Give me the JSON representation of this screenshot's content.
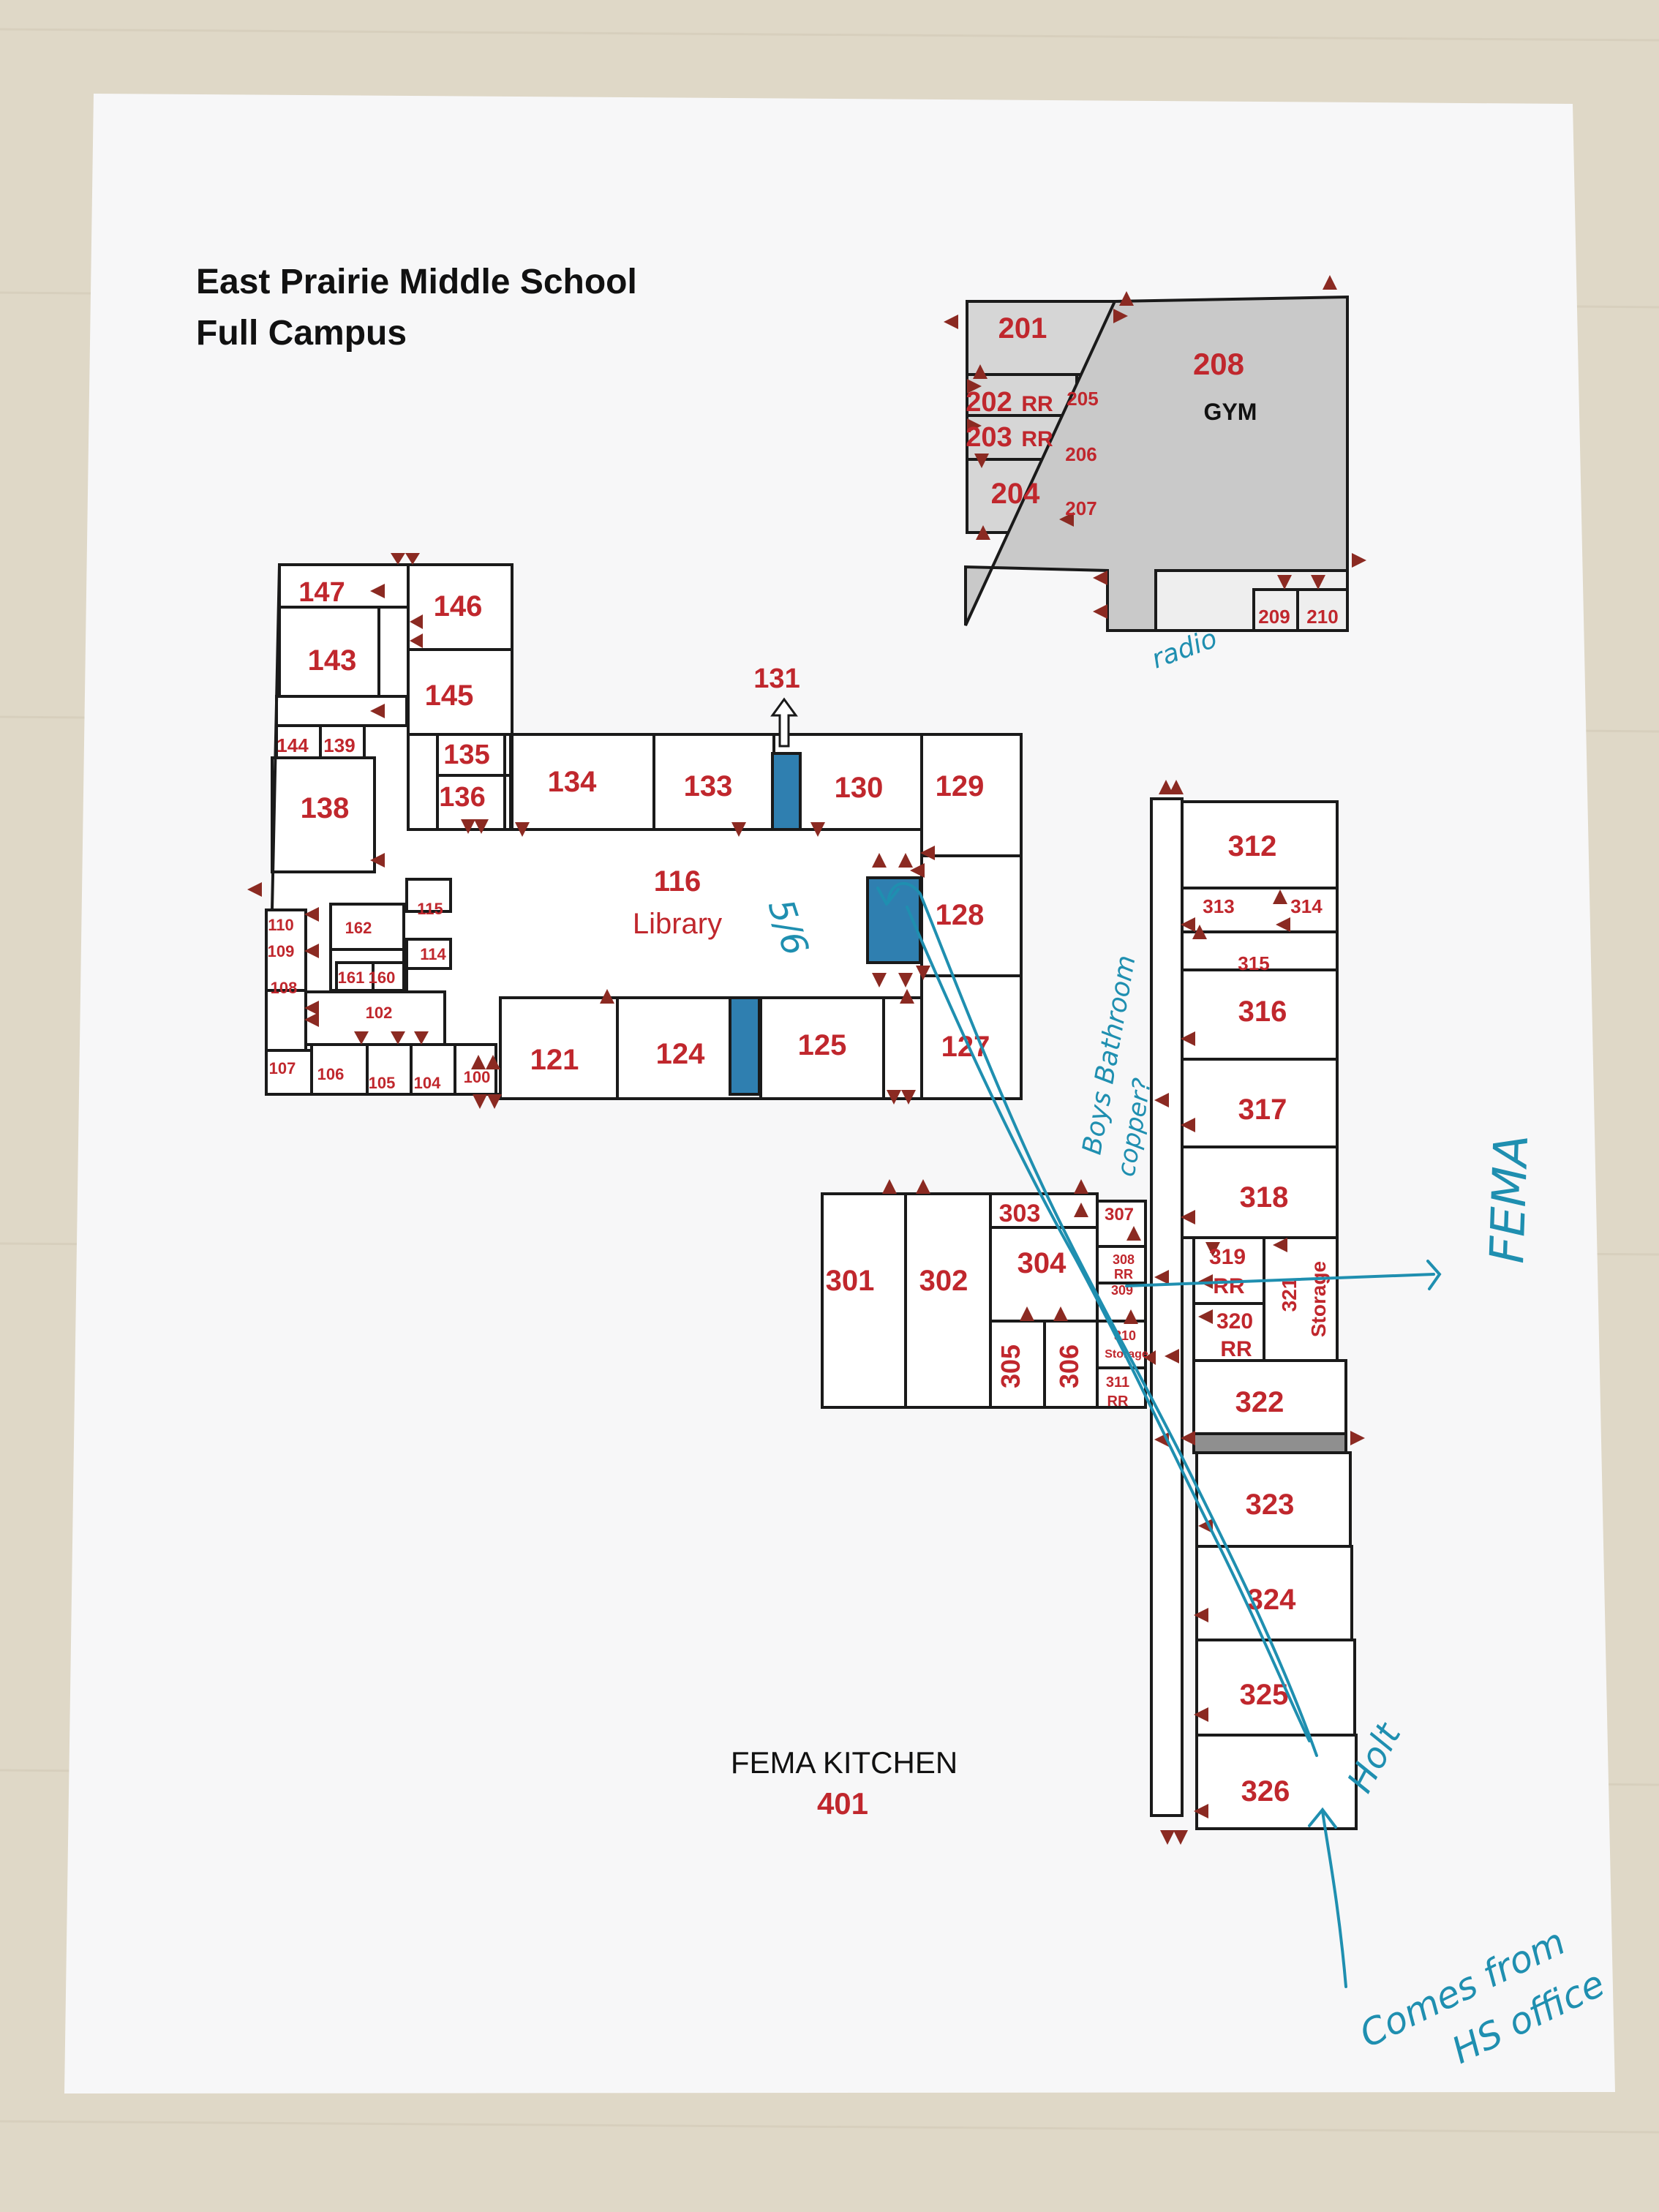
{
  "title": {
    "line1": "East Prairie Middle School",
    "line2": "Full Campus"
  },
  "colors": {
    "room_label": "#c0272d",
    "wall": "#1a1a1a",
    "shaded": "#c9c9c9",
    "stair": "#2f7fb0",
    "door_marker": "#8b2a22",
    "handwriting": "#1f8fb0"
  },
  "rooms": {
    "r201": "201",
    "r202": "202",
    "r202rr": "RR",
    "r203": "203",
    "r203rr": "RR",
    "r204": "204",
    "r205": "205",
    "r206": "206",
    "r207": "207",
    "r208": "208",
    "gym": "GYM",
    "r209": "209",
    "r210": "210",
    "r147": "147",
    "r146": "146",
    "r143": "143",
    "r145": "145",
    "r144": "144",
    "r139": "139",
    "r135": "135",
    "r136": "136",
    "r138": "138",
    "r134": "134",
    "r133": "133",
    "r131": "131",
    "r130": "130",
    "r129": "129",
    "r116": "116",
    "library": "Library",
    "r128": "128",
    "r127": "127",
    "r125": "125",
    "r124": "124",
    "r121": "121",
    "r110": "110",
    "r109": "109",
    "r108": "108",
    "r107": "107",
    "r106": "106",
    "r105": "105",
    "r104": "104",
    "r100": "100",
    "r102": "102",
    "r162": "162",
    "r115": "115",
    "r114": "114",
    "r161": "161",
    "r160": "160",
    "r312": "312",
    "r313": "313",
    "r314": "314",
    "r315": "315",
    "r316": "316",
    "r317": "317",
    "r318": "318",
    "r319": "319",
    "r319rr": "RR",
    "r320": "320",
    "r320rr": "RR",
    "r321": "321",
    "storage_321": "Storage",
    "r322": "322",
    "r323": "323",
    "r324": "324",
    "r325": "325",
    "r326": "326",
    "r301": "301",
    "r302": "302",
    "r303": "303",
    "r304": "304",
    "r305": "305",
    "r306": "306",
    "r307": "307",
    "r308": "308",
    "r308rr": "RR",
    "r309": "309",
    "r310": "310",
    "storage_310": "Storage",
    "r311": "311",
    "r311rr": "RR",
    "fema_kitchen": "FEMA KITCHEN",
    "r401": "401"
  },
  "handwritten": {
    "radio": "radio",
    "five_six": "5/6",
    "boys_bathroom_line1": "Boys Bathroom",
    "boys_bathroom_line2": "copper?",
    "fema": "FEMA",
    "holt": "Holt",
    "comes_from_line1": "Comes from",
    "comes_from_line2": "HS office"
  }
}
